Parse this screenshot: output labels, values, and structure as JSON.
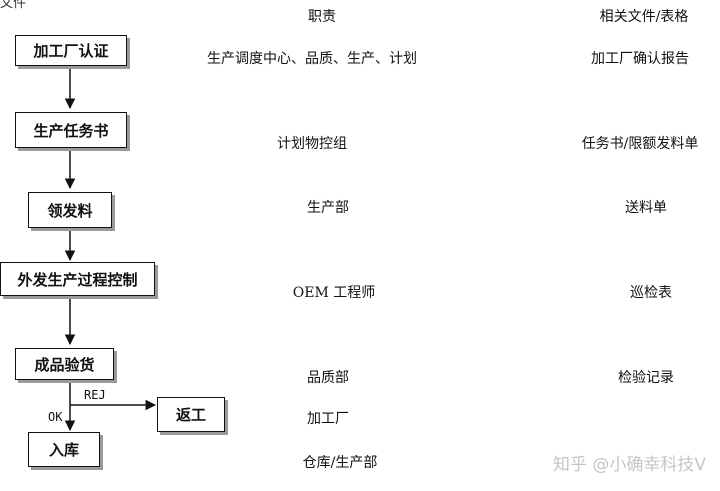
{
  "header": {
    "crop_text": "文件",
    "col_duty": "职责",
    "col_docs": "相关文件/表格"
  },
  "steps": [
    {
      "name": "加工厂认证",
      "duty": "生产调度中心、品质、生产、计划",
      "doc": "加工厂确认报告"
    },
    {
      "name": "生产任务书",
      "duty": "计划物控组",
      "doc": "任务书/限额发料单"
    },
    {
      "name": "领发料",
      "duty": "生产部",
      "doc": "送料单"
    },
    {
      "name": "外发生产过程控制",
      "duty": "OEM 工程师",
      "doc": "巡检表"
    },
    {
      "name": "成品验货",
      "duty": "品质部",
      "doc": "检验记录"
    },
    {
      "name": "返工",
      "duty": "加工厂",
      "doc": ""
    },
    {
      "name": "入库",
      "duty": "仓库/生产部",
      "doc": ""
    }
  ],
  "flow_labels": {
    "rej": "REJ",
    "ok": "OK"
  },
  "watermark": "知乎 @小确幸科技V"
}
